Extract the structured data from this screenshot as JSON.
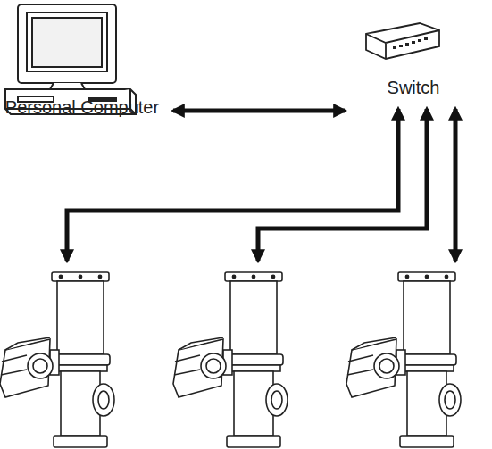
{
  "diagram": {
    "nodes": [
      {
        "text": [
          "Personal Computer"
        ]
      },
      {
        "text": [
          "Switch"
        ]
      }
    ],
    "edges": [
      {
        "from": 0,
        "to": 1,
        "arrow": "both"
      }
    ]
  }
}
